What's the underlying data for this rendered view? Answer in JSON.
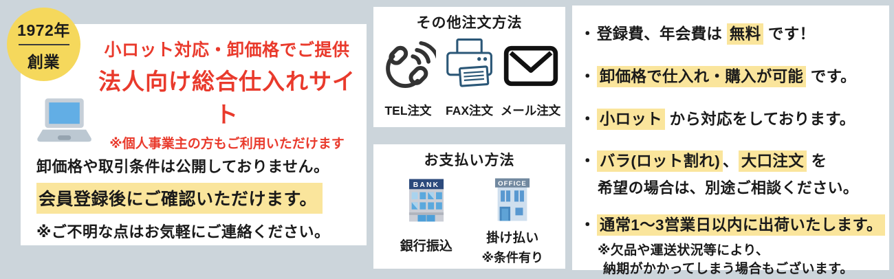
{
  "colors": {
    "background": "#ccd5db",
    "panel_white": "#ffffff",
    "accent_red": "#e93a2c",
    "highlight_yellow": "#fae59c",
    "badge_yellow": "#f5d85c",
    "text_black": "#1a1a1a",
    "icon_navy": "#2b5777",
    "icon_blue": "#62aee5"
  },
  "badge": {
    "year": "1972年",
    "label": "創業"
  },
  "hero": {
    "subtitle": "小ロット対応・卸価格でご提供",
    "title": "法人向け総合仕入れサイト",
    "note": "※個人事業主の方もご利用いただけます",
    "info_line1": "卸価格や取引条件は公開しておりません。",
    "info_line2": "会員登録後にご確認いただけます。",
    "info_line3": "※ご不明な点はお気軽にご連絡ください。"
  },
  "order_methods": {
    "title": "その他注文方法",
    "items": [
      {
        "icon": "phone-icon",
        "label": "TEL注文"
      },
      {
        "icon": "fax-icon",
        "label": "FAX注文"
      },
      {
        "icon": "mail-icon",
        "label": "メール注文"
      }
    ]
  },
  "payment_methods": {
    "title": "お支払い方法",
    "items": [
      {
        "icon": "bank-icon",
        "sign": "BANK",
        "label": "銀行振込",
        "note": ""
      },
      {
        "icon": "office-icon",
        "sign": "OFFICE",
        "label": "掛け払い",
        "note": "※条件有り"
      }
    ]
  },
  "features": {
    "bullet_char": "・",
    "bullets": [
      {
        "segments": [
          {
            "text": "登録費、年会費は ",
            "highlight": false
          },
          {
            "text": "無料",
            "highlight": true
          },
          {
            "text": " です！",
            "highlight": false
          }
        ]
      },
      {
        "segments": [
          {
            "text": "卸価格で仕入れ・購入が可能",
            "highlight": true
          },
          {
            "text": " です。",
            "highlight": false
          }
        ]
      },
      {
        "segments": [
          {
            "text": "小ロット",
            "highlight": true
          },
          {
            "text": " から対応をしております。",
            "highlight": false
          }
        ]
      },
      {
        "segments": [
          {
            "text": "バラ(ロット割れ)",
            "highlight": true
          },
          {
            "text": "、",
            "highlight": false
          },
          {
            "text": "大口注文",
            "highlight": true
          },
          {
            "text": " を",
            "highlight": false
          }
        ],
        "line2": "希望の場合は、別途ご相談ください。"
      },
      {
        "segments": [
          {
            "text": "通常1〜3営業日以内に出荷いたします。",
            "highlight": true
          }
        ],
        "note_line1": "※欠品や運送状況等により、",
        "note_line2": "納期がかかってしまう場合もございます。"
      }
    ]
  }
}
